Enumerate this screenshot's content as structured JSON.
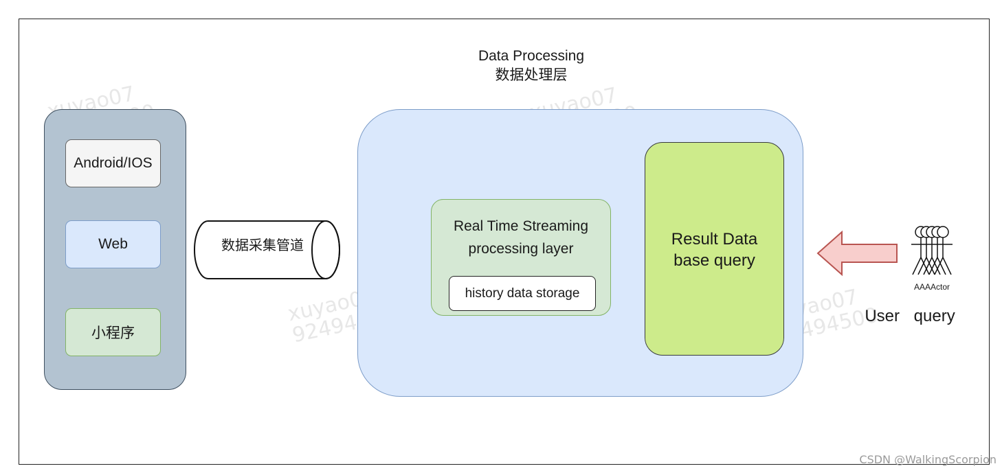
{
  "title": {
    "line1": "Data  Processing",
    "line2": "数据处理层"
  },
  "clients": {
    "android_ios": "Android/IOS",
    "web": "Web",
    "mini_program": "小程序"
  },
  "pipeline_label": "数据采集管道",
  "stream": {
    "line1": "Real Time Streaming",
    "line2": "processing  layer",
    "history": "history  data  storage"
  },
  "result": {
    "line1": "Result  Data",
    "line2": "base  query"
  },
  "actor": {
    "name": "AAAActor",
    "caption": "User   query"
  },
  "watermark": {
    "line1": "xuyao07",
    "line2": "92494500"
  },
  "credit": "CSDN @WalkingScorpion",
  "colors": {
    "client_panel": "#b3c3d1",
    "processing_panel": "#dae8fc",
    "stream_box": "#d5e8d4",
    "result_box": "#cdeb8b",
    "arrow_fill": "#f8cecc",
    "arrow_stroke": "#b85450"
  }
}
